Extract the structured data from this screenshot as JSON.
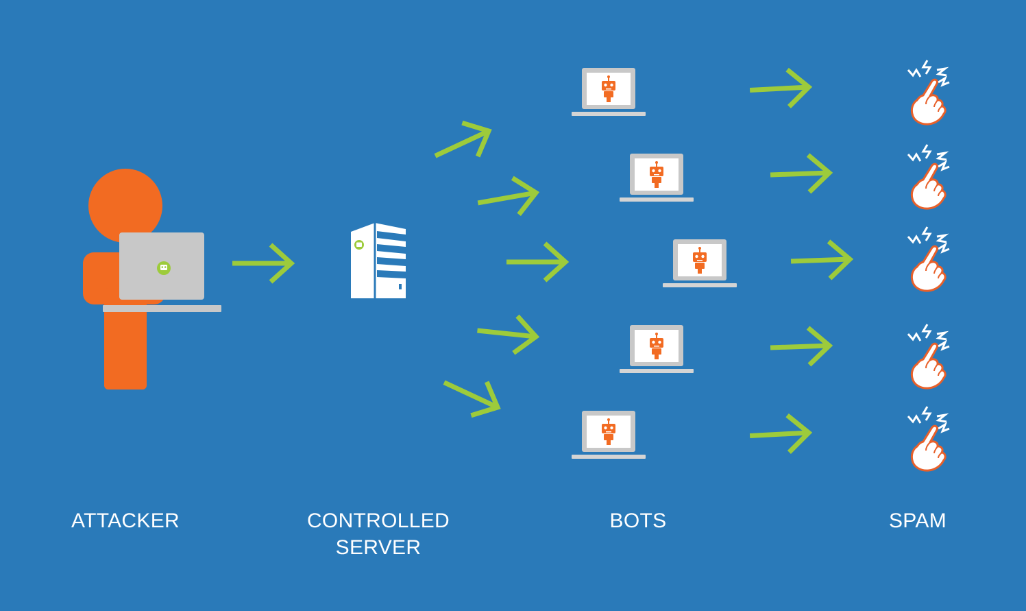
{
  "colors": {
    "background": "#2a7ab9",
    "attacker_orange": "#f26b22",
    "arrow_green": "#9dcb3b",
    "laptop_gray": "#c8c8c8",
    "laptop_base": "#d4d4d4",
    "server_white": "#ffffff",
    "bot_orange": "#f26b22",
    "hand_outline": "#e8602a",
    "label_white": "#ffffff"
  },
  "icons": {
    "attacker": "person-with-laptop-icon",
    "server": "server-tower-icon",
    "bot": "laptop-robot-icon",
    "spam": "clicking-hand-icon"
  },
  "stages": [
    {
      "id": "attacker",
      "lines": [
        "ATTACKER"
      ]
    },
    {
      "id": "server",
      "lines": [
        "CONTROLLED",
        "SERVER"
      ]
    },
    {
      "id": "bots",
      "lines": [
        "BOTS"
      ]
    },
    {
      "id": "spam",
      "lines": [
        "SPAM"
      ]
    }
  ]
}
